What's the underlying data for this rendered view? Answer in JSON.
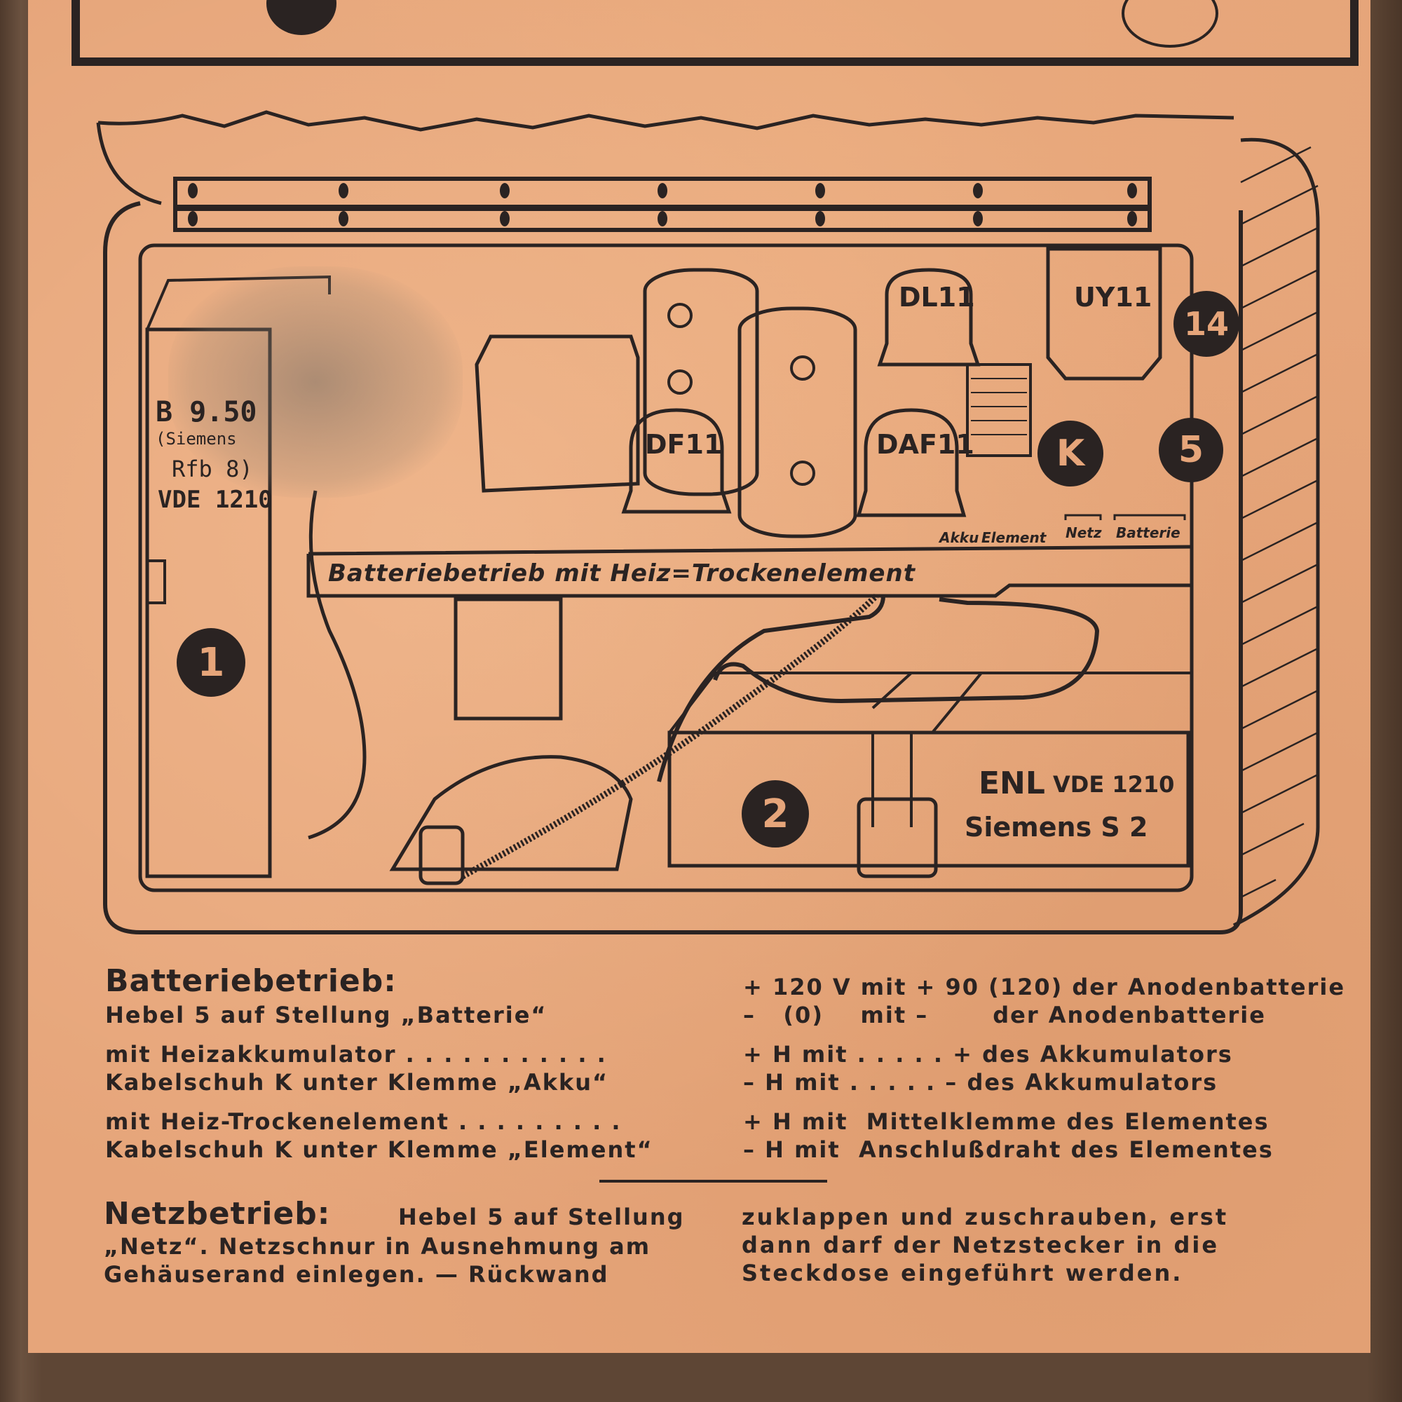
{
  "diagram": {
    "tube_labels": [
      "DF11",
      "DAF11",
      "DL11",
      "UY11"
    ],
    "markers": {
      "m1": "1",
      "m2": "2",
      "m5": "5",
      "m14": "14",
      "mK": "K"
    },
    "shelf_caption": "Batteriebetrieb mit Heiz=Trockenelement",
    "terminal_labels": {
      "akku": "Akku",
      "element": "Element",
      "netz": "Netz",
      "batterie": "Batterie"
    },
    "battery1_stamp": [
      "B 9.50",
      "(Siemens",
      "Rfb 8)",
      "VDE 1210"
    ],
    "battery2_stamp": {
      "line1_big": "ENL",
      "line1_small": "VDE 1210",
      "line2": "Siemens S 2"
    }
  },
  "battery_section": {
    "heading": "Batteriebetrieb:",
    "left_lines": [
      "Hebel 5 auf Stellung „Batterie“",
      "mit Heizakkumulator . . . . . . . . . . .",
      "Kabelschuh K unter Klemme „Akku“",
      "mit Heiz-Trockenelement . . . . . . . . .",
      "Kabelschuh K unter Klemme „Element“"
    ],
    "right_lines": [
      "+ 120 V mit + 90 (120) der Anodenbatterie",
      "–   (0)    mit –       der Anodenbatterie",
      "+ H mit . . . . . + des Akkumulators",
      "– H mit . . . . . – des Akkumulators",
      "+ H mit  Mittelklemme des Elementes",
      "– H mit  Anschlußdraht des Elementes"
    ]
  },
  "mains_section": {
    "heading": "Netzbetrieb:",
    "left_lines": [
      "Hebel 5 auf Stellung",
      "„Netz“. Netzschnur in Ausnehmung am",
      "Gehäuserand einlegen. — Rückwand"
    ],
    "right_lines": [
      "zuklappen und zuschrauben, erst",
      "dann darf der Netzstecker in die",
      "Steckdose eingeführt werden."
    ]
  }
}
